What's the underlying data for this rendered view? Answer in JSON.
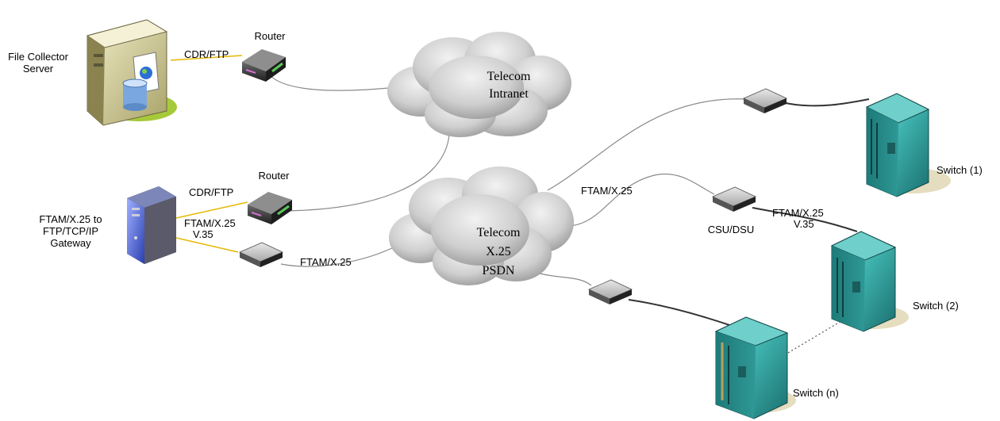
{
  "nodes": {
    "file_server": {
      "label_lines": [
        "File Collector",
        "Server"
      ]
    },
    "gateway": {
      "label_lines": [
        "FTAM/X.25 to",
        "FTP/TCP/IP",
        "Gateway"
      ]
    },
    "router_top": {
      "label": "Router"
    },
    "router_mid": {
      "label": "Router"
    },
    "cloud_intranet": {
      "label_lines": [
        "Telecom",
        "Intranet"
      ]
    },
    "cloud_psdn": {
      "label_lines": [
        "Telecom",
        "X.25",
        "PSDN"
      ]
    },
    "switch_1": {
      "label": "Switch (1)"
    },
    "switch_2": {
      "label": "Switch (2)"
    },
    "switch_n": {
      "label": "Switch (n)"
    },
    "csu_dsu": {
      "label": "CSU/DSU"
    }
  },
  "links": {
    "server_router_top": "CDR/FTP",
    "gateway_router_mid": "CDR/FTP",
    "gateway_modem_lines": [
      "FTAM/X.25",
      "V.35"
    ],
    "modem_psdn": "FTAM/X.25",
    "psdn_csu": "FTAM/X.25",
    "csu_switch2_lines": [
      "FTAM/X.25",
      "V.35"
    ]
  },
  "colors": {
    "server_beige": "#c9c48a",
    "server_green": "#a6c93a",
    "gateway_blue": "#5a6fd8",
    "switch_teal": "#2e9e9b",
    "cloud_gray": "#c9c9c9",
    "link_yellow": "#e6b800"
  },
  "icons": {
    "file_server": "server-tower-icon",
    "gateway": "server-tower-icon",
    "routers": "router-icon",
    "modems": "modem-icon",
    "switches": "switch-cabinet-icon",
    "clouds": "cloud-icon"
  }
}
